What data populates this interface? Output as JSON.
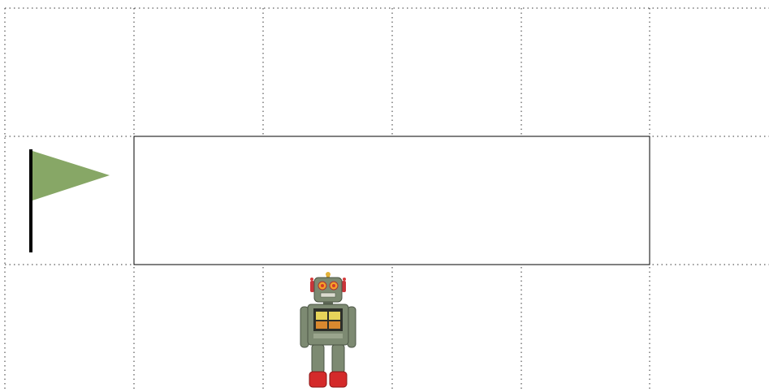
{
  "grid": {
    "columns": 6,
    "rows": 3,
    "line_style": "dotted",
    "line_color": "#333333"
  },
  "wall": {
    "row": 1,
    "col_start": 1,
    "col_end": 4,
    "border_color": "#000000",
    "fill": "#ffffff"
  },
  "goal": {
    "icon": "flag-icon",
    "row": 1,
    "col": 0,
    "flag_color": "#87a766",
    "pole_color": "#000000"
  },
  "player": {
    "icon": "robot-icon",
    "row": 2,
    "col": 2,
    "body_color": "#7d8a72",
    "feet_color": "#d42a2a",
    "eye_color": "#f2a22a"
  }
}
